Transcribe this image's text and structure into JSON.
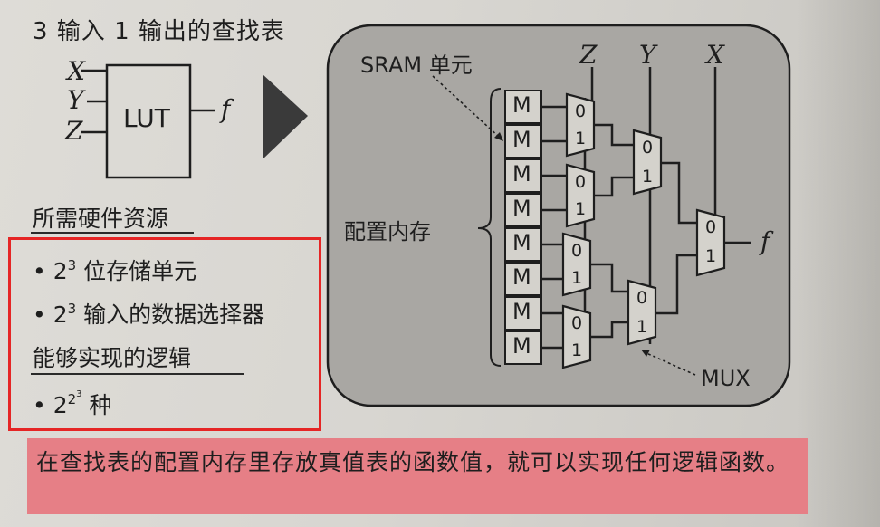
{
  "heading": "3 输入 1 输出的查找表",
  "lut": {
    "block_label": "LUT",
    "inputs": [
      "X",
      "Y",
      "Z"
    ],
    "output": "f"
  },
  "section_hardware": {
    "title": "所需硬件资源",
    "items": [
      {
        "prefix": "• 2",
        "sup": "3",
        "text": " 位存储单元"
      },
      {
        "prefix": "• 2",
        "sup": "3",
        "text": " 输入的数据选择器"
      }
    ]
  },
  "section_logic": {
    "title": "能够实现的逻辑",
    "items": [
      {
        "prefix": "• 2",
        "sup": "2",
        "supsup": "3",
        "text": " 种"
      }
    ]
  },
  "diagram": {
    "sram_label": "SRAM 单元",
    "config_label": "配置内存",
    "mux_label": "MUX",
    "memory_cell_label": "M",
    "memory_cell_count": 8,
    "mux_input_labels": [
      "0",
      "1"
    ],
    "select_inputs": [
      "Z",
      "Y",
      "X"
    ],
    "output_label": "f"
  },
  "note": "在查找表的配置内存里存放真值表的函数值，就可以实现任何逻辑函数。",
  "colors": {
    "highlight_border": "#e52525",
    "note_background": "#e67f86",
    "diagram_panel": "#a9a7a3",
    "arrow": "#3a3a3a"
  }
}
